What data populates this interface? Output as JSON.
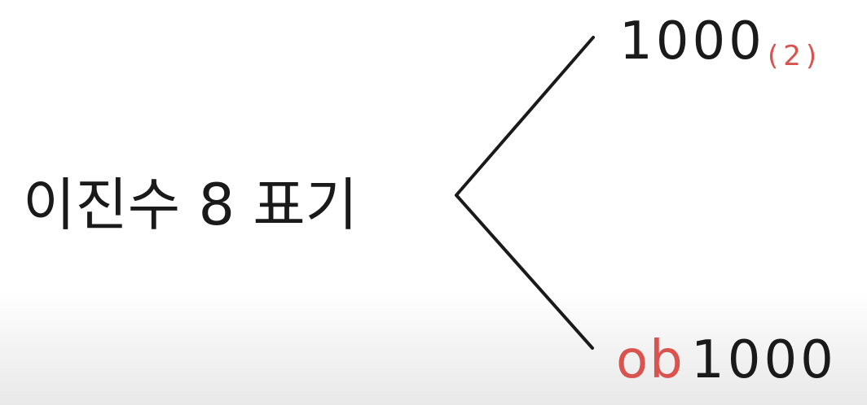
{
  "root": {
    "label": "이진수 8 표기"
  },
  "branches": [
    {
      "value": "1000",
      "subscript": "(2)"
    },
    {
      "prefix": "ob",
      "value": "1000"
    }
  ],
  "colors": {
    "ink": "#1a1a1a",
    "accent": "#d9534f"
  }
}
